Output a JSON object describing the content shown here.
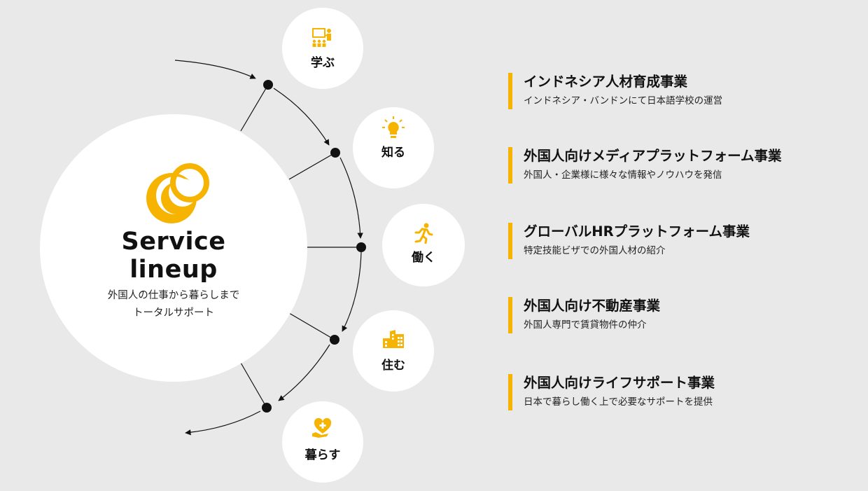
{
  "center": {
    "title_line1": "Service",
    "title_line2": "lineup",
    "subtitle_line1": "外国人の仕事から暮らしまで",
    "subtitle_line2": "トータルサポート"
  },
  "nodes": [
    {
      "label": "学ぶ",
      "icon": "presentation-icon"
    },
    {
      "label": "知る",
      "icon": "lightbulb-icon"
    },
    {
      "label": "働く",
      "icon": "running-person-icon"
    },
    {
      "label": "住む",
      "icon": "building-icon"
    },
    {
      "label": "暮らす",
      "icon": "heart-hand-icon"
    }
  ],
  "services": [
    {
      "title": "インドネシア人材育成事業",
      "desc": "インドネシア・バンドンにて日本語学校の運営"
    },
    {
      "title": "外国人向けメディアプラットフォーム事業",
      "desc": "外国人・企業様に様々な情報やノウハウを発信"
    },
    {
      "title": "グローバルHRプラットフォーム事業",
      "desc": "特定技能ビザでの外国人材の紹介"
    },
    {
      "title": "外国人向け不動産事業",
      "desc": "外国人専門で賃貸物件の仲介"
    },
    {
      "title": "外国人向けライフサポート事業",
      "desc": "日本で暮らし働く上で必要なサポートを提供"
    }
  ],
  "colors": {
    "accent": "#f6b400",
    "background": "#e9e9e9",
    "circle": "#ffffff",
    "text": "#111111"
  }
}
